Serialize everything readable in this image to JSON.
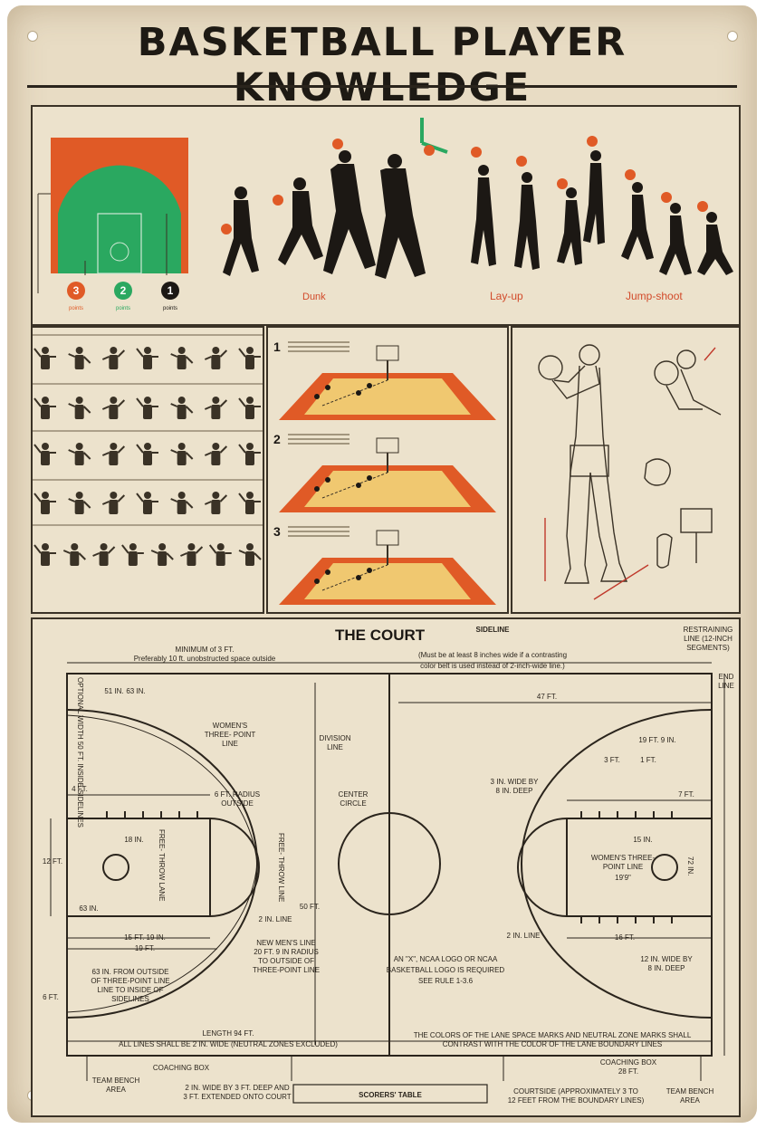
{
  "title": "BASKETBALL PLAYER KNOWLEDGE",
  "top_panel": {
    "point_badges": [
      {
        "num": "3",
        "caption": "points",
        "color": "#e05a26"
      },
      {
        "num": "2",
        "caption": "points",
        "color": "#2aa860"
      },
      {
        "num": "1",
        "caption": "points",
        "color": "#1c1814"
      }
    ],
    "moves": [
      "Dunk",
      "Lay-up",
      "Jump-shoot"
    ],
    "move_label_color": "#d24a2a",
    "court_colors": {
      "outer": "#e05a26",
      "inner": "#2aa860"
    }
  },
  "drill_steps": [
    "1",
    "2",
    "3"
  ],
  "court": {
    "heading": "THE COURT",
    "labels": {
      "minimum": "MINIMUM of 3 FT.",
      "preferably": "Preferably 10 ft. unobstructed space outside",
      "sideline": "SIDELINE",
      "sideline_note1": "(Must be at least 8 inches wide if a contrasting",
      "sideline_note2": "color belt is used instead of 2-inch-wide line.)",
      "restraining1": "RESTRAINING",
      "restraining2": "LINE (12-INCH",
      "restraining3": "SEGMENTS)",
      "end_line1": "END",
      "end_line2": "LINE",
      "optional_width": "OPTIONAL WIDTH 50 FT. INSIDE SIDELINES",
      "in51": "51 IN.",
      "in63": "63 IN.",
      "ft47": "47 FT.",
      "womens_tpl1": "WOMEN'S",
      "womens_tpl2": "THREE- POINT",
      "womens_tpl3": "LINE",
      "division1": "DIVISION",
      "division2": "LINE",
      "ft19in9": "19 FT. 9 IN.",
      "ft1": "1 FT.",
      "ft3": "3 FT.",
      "ft4": "4 FT.",
      "radius6a": "6 FT. RADIUS",
      "radius6b": "OUTSIDE",
      "center1": "CENTER",
      "center2": "CIRCLE",
      "wide3a": "3 IN. WIDE BY",
      "wide3b": "8 IN. DEEP",
      "ft7": "7 FT.",
      "in18": "18 IN.",
      "freethrow_lane1": "FREE-",
      "freethrow_lane2": "THROW",
      "freethrow_lane3": "LANE",
      "freethrow_line1": "FREE-",
      "freethrow_line2": "THROW",
      "freethrow_line3": "LINE",
      "ft12": "12 FT.",
      "in15": "15 IN.",
      "womens_right1": "WOMEN'S THREE-",
      "womens_right2": "POINT LINE",
      "womens_right3": "19'9\"",
      "in72": "72 IN.",
      "ft50": "50 FT.",
      "in2line": "2 IN. LINE",
      "ft16": "16 FT.",
      "ft15in19": "15 FT. 19 IN.",
      "ft19": "19 FT.",
      "mens1": "NEW MEN'S LINE",
      "mens2": "20 FT. 9 IN RADIUS",
      "mens3": "TO OUTSIDE OF",
      "mens4": "THREE-POINT LINE",
      "in63b": "63 IN.",
      "outside1": "63 IN. FROM OUTSIDE",
      "outside2": "OF THREE-POINT LINE",
      "outside3": "LINE TO INSIDE OF",
      "outside4": "SIDELINES",
      "ncaa1": "AN \"X\", NCAA LOGO OR NCAA",
      "ncaa2": "BASKETBALL LOGO IS REQUIRED",
      "ncaa3": "SEE RULE 1-3.6",
      "wide12a": "12 IN. WIDE BY",
      "wide12b": "8 IN. DEEP",
      "ft6": "6 FT.",
      "length1": "LENGTH 94 FT.",
      "length2": "ALL LINES SHALL BE 2 IN. WIDE (NEUTRAL ZONES EXCLUDED)",
      "colors1": "THE COLORS OF THE LANE SPACE MARKS AND NEUTRAL ZONE MARKS SHALL",
      "colors2": "CONTRAST WITH THE COLOR OF THE LANE BOUNDARY LINES",
      "coachbox_l": "COACHING BOX",
      "coachbox_r1": "COACHING BOX",
      "coachbox_r2": "28 FT.",
      "bench1": "TEAM BENCH",
      "bench2": "AREA",
      "wide2a": "2 IN. WIDE BY 3 FT. DEEP AND",
      "wide2b": "3 FT. EXTENDED ONTO COURT",
      "scorers": "SCORERS' TABLE",
      "courtside1": "COURTSIDE (APPROXIMATELY 3 TO",
      "courtside2": "12 FEET FROM THE BOUNDARY LINES)",
      "bench_r1": "TEAM BENCH",
      "bench_r2": "AREA"
    }
  }
}
